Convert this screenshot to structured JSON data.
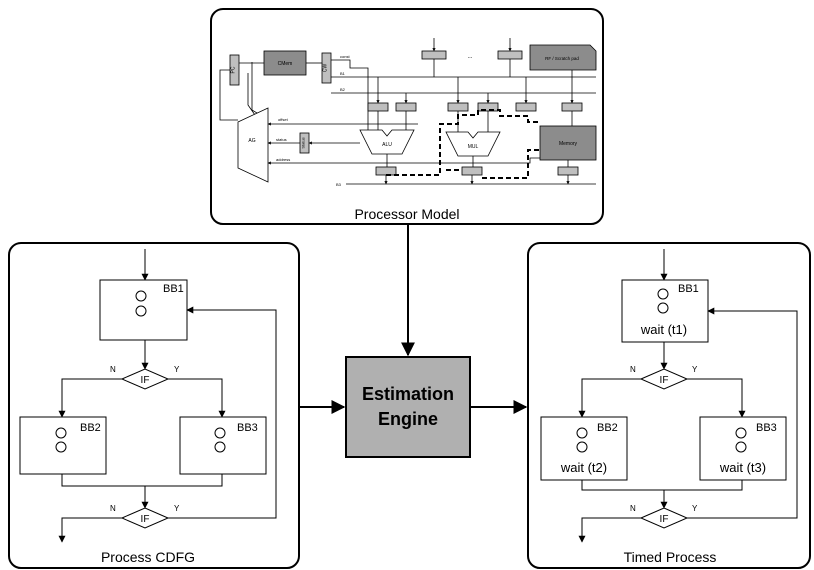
{
  "processor_model": {
    "caption": "Processor Model",
    "blocks": {
      "cmem": "CMem",
      "rf": "RF / Scratch pad",
      "alu": "ALU",
      "mul": "MUL",
      "memory": "Memory",
      "ag": "AG",
      "status_reg": "Status",
      "pc": "PC",
      "cw": "CW"
    },
    "signals": {
      "const": "const",
      "b1": "B1",
      "b2": "B2",
      "b3": "B3",
      "offset": "offset",
      "status": "status",
      "address": "address",
      "ellipsis": "..."
    }
  },
  "cdfg": {
    "caption": "Process CDFG",
    "bb1": "BB1",
    "bb2": "BB2",
    "bb3": "BB3",
    "if_top": "IF",
    "if_bottom": "IF",
    "no": "N",
    "yes": "Y"
  },
  "engine": {
    "line1": "Estimation",
    "line2": "Engine"
  },
  "timed": {
    "caption": "Timed Process",
    "bb1": "BB1",
    "bb2": "BB2",
    "bb3": "BB3",
    "wait1": "wait (t1)",
    "wait2": "wait (t2)",
    "wait3": "wait (t3)",
    "if_top": "IF",
    "if_bottom": "IF",
    "no": "N",
    "yes": "Y"
  },
  "colors": {
    "block_fill": "#8c8c8c",
    "reg_fill": "#bfbfbf",
    "engine_fill": "#b0b0b0"
  }
}
